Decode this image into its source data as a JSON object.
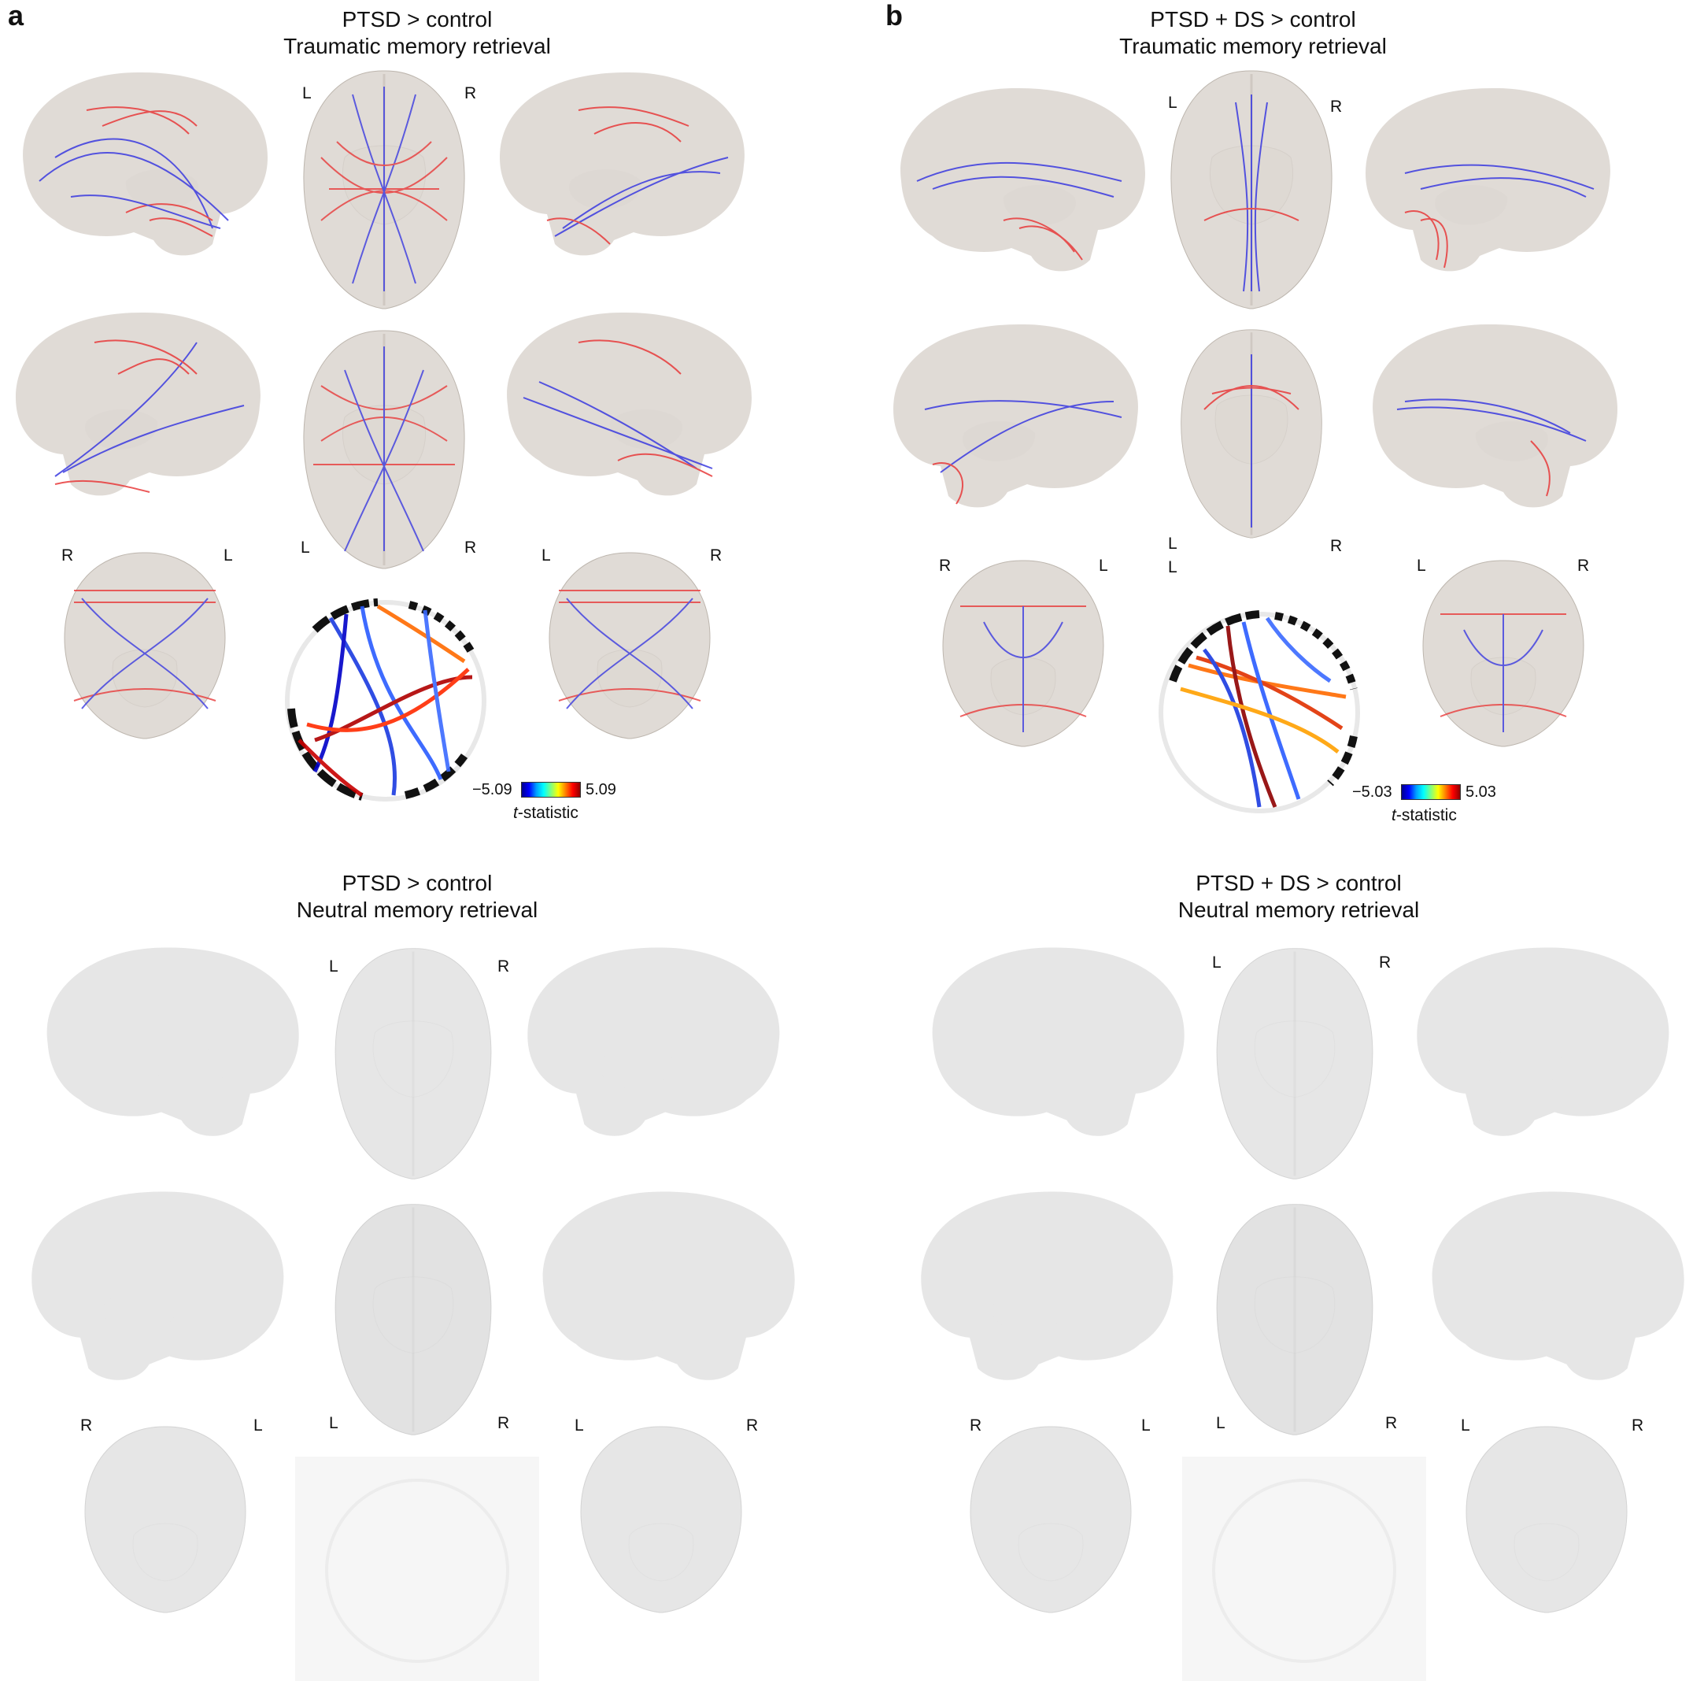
{
  "panel_a": {
    "letter": "a",
    "traumatic": {
      "title_line1": "PTSD > control",
      "title_line2": "Traumatic memory retrieval"
    },
    "neutral": {
      "title_line1": "PTSD > control",
      "title_line2": "Neutral memory retrieval"
    },
    "colorbar": {
      "min": "−5.09",
      "max": "5.09",
      "label_italic": "t",
      "label_rest": "-statistic"
    }
  },
  "panel_b": {
    "letter": "b",
    "traumatic": {
      "title_line1": "PTSD + DS > control",
      "title_line2": "Traumatic memory retrieval"
    },
    "neutral": {
      "title_line1": "PTSD + DS > control",
      "title_line2": "Neutral memory retrieval"
    },
    "colorbar": {
      "min": "−5.03",
      "max": "5.03",
      "label_italic": "t",
      "label_rest": "-statistic"
    }
  },
  "orientation": {
    "left": "L",
    "right": "R"
  },
  "colors": {
    "negative": "#3a3ae0",
    "positive": "#e83a3a",
    "brain": "#d8d2cc",
    "brain_faded": "#e6e6e6"
  }
}
